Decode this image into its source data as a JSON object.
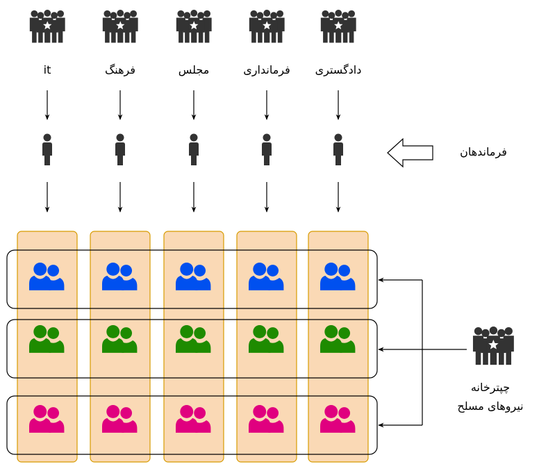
{
  "columns": [
    {
      "label": "it"
    },
    {
      "label": "فرهنگ"
    },
    {
      "label": "مجلس"
    },
    {
      "label": "فرمانداری"
    },
    {
      "label": "دادگستری"
    }
  ],
  "commanders_label": "فرماندهان",
  "hq_label_line1": "چپترخانه",
  "hq_label_line2": "نیروهای مسلح",
  "rows": [
    {
      "color": "#0050EF"
    },
    {
      "color": "#1E8B00"
    },
    {
      "color": "#E0007F"
    }
  ],
  "colors": {
    "column_fill": "#FAD9B5",
    "column_stroke": "#D79B00",
    "row_stroke": "#000000",
    "icon_dark": "#333333"
  },
  "icons": {
    "group": "group-of-people-star-icon",
    "person": "person-icon",
    "users": "users-icon",
    "arrow": "hollow-left-arrow-icon"
  }
}
